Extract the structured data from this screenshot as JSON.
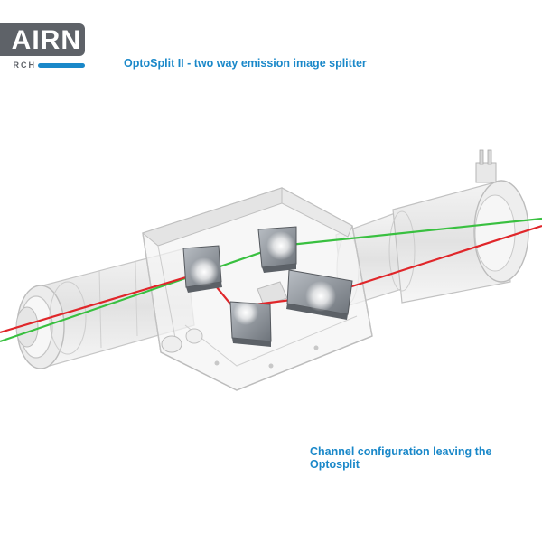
{
  "logo": {
    "text": "AIRN",
    "subtext": "RCH"
  },
  "title": "OptoSplit II - two way emission image splitter",
  "caption": "Channel configuration leaving the Optosplit",
  "colors": {
    "accent": "#1a88c9",
    "logo_grey": "#5e6268",
    "red_beam": "#e0262a",
    "green_beam": "#39c040"
  }
}
